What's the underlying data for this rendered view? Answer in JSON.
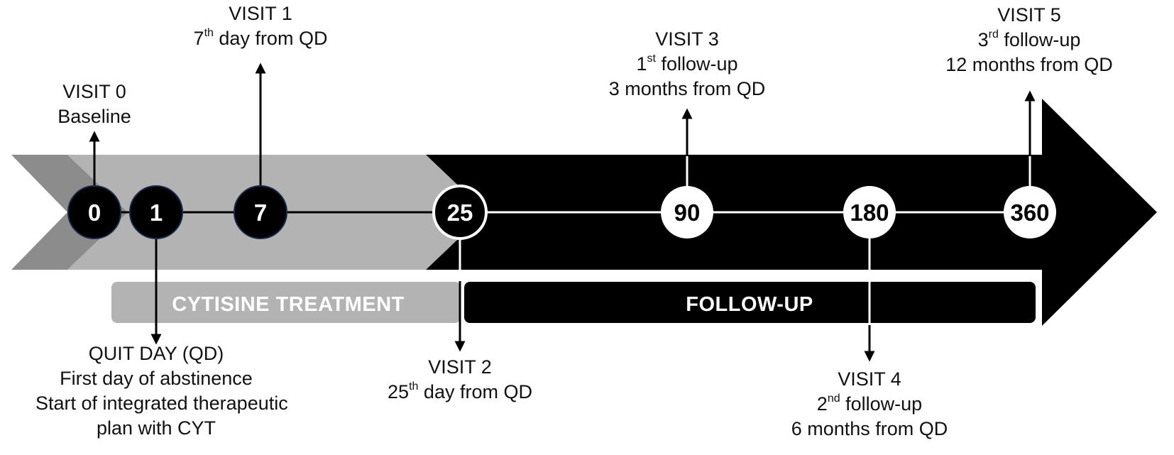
{
  "nodes": [
    {
      "id": "day-0",
      "label": "0"
    },
    {
      "id": "day-1",
      "label": "1"
    },
    {
      "id": "day-7",
      "label": "7"
    },
    {
      "id": "day-25",
      "label": "25"
    },
    {
      "id": "day-90",
      "label": "90"
    },
    {
      "id": "day-180",
      "label": "180"
    },
    {
      "id": "day-360",
      "label": "360"
    }
  ],
  "bands": {
    "treatment": "CYTISINE TREATMENT",
    "followup": "FOLLOW-UP"
  },
  "labels": {
    "visit0": {
      "title": "VISIT 0",
      "line1": "Baseline"
    },
    "visit1": {
      "title": "VISIT 1",
      "l1_pre": "7",
      "l1_sup": "th",
      "l1_post": " day from QD"
    },
    "visit3": {
      "title": "VISIT 3",
      "l1_pre": "1",
      "l1_sup": "st",
      "l1_post": " follow-up",
      "line2": "3 months from QD"
    },
    "visit5": {
      "title": "VISIT 5",
      "l1_pre": "3",
      "l1_sup": "rd",
      "l1_post": " follow-up",
      "line2": "12 months from QD"
    },
    "quitday": {
      "title": "QUIT DAY (QD)",
      "line1": "First day of abstinence",
      "line2": "Start of integrated therapeutic",
      "line3": "plan with CYT"
    },
    "visit2": {
      "title": "VISIT 2",
      "l1_pre": "25",
      "l1_sup": "th",
      "l1_post": " day from QD"
    },
    "visit4": {
      "title": "VISIT 4",
      "l1_pre": "2",
      "l1_sup": "nd",
      "l1_post": " follow-up",
      "line2": "6 months from QD"
    }
  },
  "colors": {
    "dark_gray": "#8c8c8c",
    "light_gray": "#b3b3b3",
    "black": "#000000",
    "white": "#ffffff"
  }
}
